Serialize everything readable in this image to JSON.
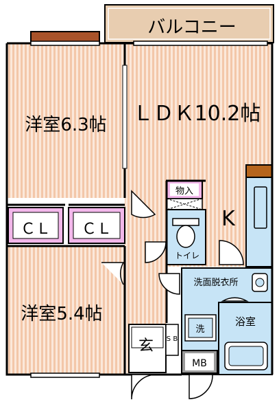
{
  "balcony": {
    "label": "バルコニー"
  },
  "rooms": {
    "western_room_1": "洋室6.3帖",
    "ldk": "ＬＤＫ10.2帖",
    "western_room_2": "洋室5.4帖",
    "closet_1": "ＣＬ",
    "closet_2": "ＣＬ",
    "storage": "物入",
    "kitchen": "K",
    "toilet": "トイレ",
    "dressing_room": "洗面脱衣所",
    "washer": "洗",
    "bathroom": "浴室",
    "entrance": "玄",
    "shoe_box": "S B",
    "meter_box": "MB"
  },
  "colors": {
    "floor_stripe": "#f3c7a9",
    "floor_bg": "#fbe8da",
    "balcony": "#e8cdb0",
    "closet": "#f2b7ea",
    "storage": "#f2b7ea",
    "wet_area": "#c7e4f6",
    "meter_box": "#9a9a9a",
    "wall": "#000000"
  }
}
